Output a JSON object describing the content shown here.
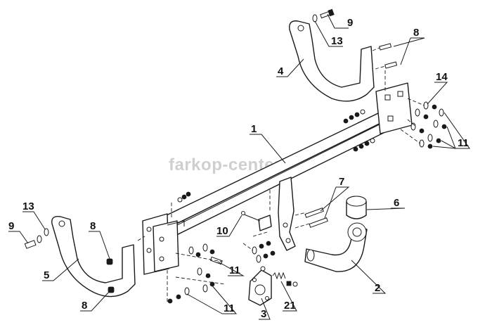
{
  "watermark": "farkop-center.ru",
  "callouts": {
    "c1": "1",
    "c2": "2",
    "c3": "3",
    "c4": "4",
    "c5": "5",
    "c6": "6",
    "c7": "7",
    "c8_top": "8",
    "c8_left_upper": "8",
    "c8_left_lower": "8",
    "c9_top": "9",
    "c9_left": "9",
    "c10": "10",
    "c11_right": "11",
    "c11_mid": "11",
    "c11_low": "11",
    "c13_top": "13",
    "c13_left": "13",
    "c14": "14",
    "c21": "21"
  }
}
